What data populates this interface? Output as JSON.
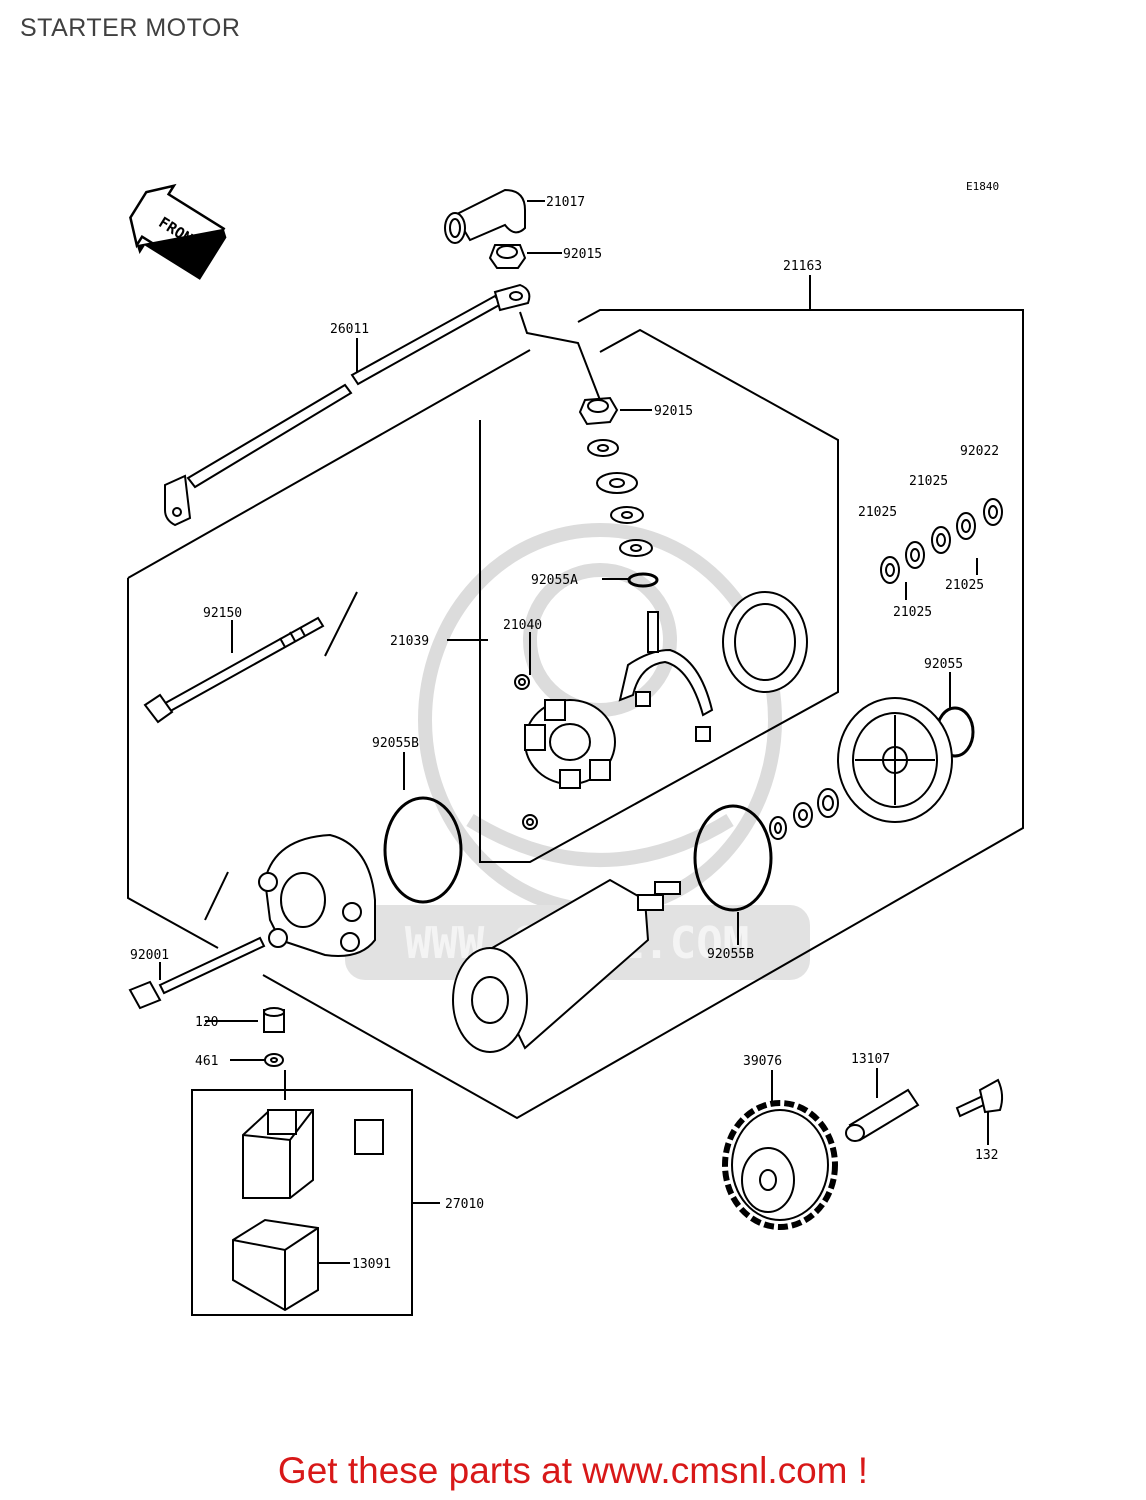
{
  "page": {
    "title": "STARTER MOTOR"
  },
  "diagram": {
    "code": "E1840",
    "front_label": "FRONT",
    "watermark": "WWW.CMSNL.COM",
    "part_labels": {
      "p21017": "21017",
      "p92015a": "92015",
      "p21163": "21163",
      "p26011": "26011",
      "p92015b": "92015",
      "p92022": "92022",
      "p21025a": "21025",
      "p21025b": "21025",
      "p21025c": "21025",
      "p21025d": "21025",
      "p92055A": "92055A",
      "p92150": "92150",
      "p21039": "21039",
      "p21040": "21040",
      "p92055": "92055",
      "p92055Ba": "92055B",
      "p92055Bb": "92055B",
      "p92001": "92001",
      "p120": "120",
      "p461": "461",
      "p39076": "39076",
      "p13107": "13107",
      "p132": "132",
      "p27010": "27010",
      "p13091": "13091"
    },
    "colors": {
      "line": "#000000",
      "watermark": "#d8d8d8",
      "footer": "#d81818"
    }
  },
  "footer": {
    "text": "Get these parts at www.cmsnl.com !"
  }
}
